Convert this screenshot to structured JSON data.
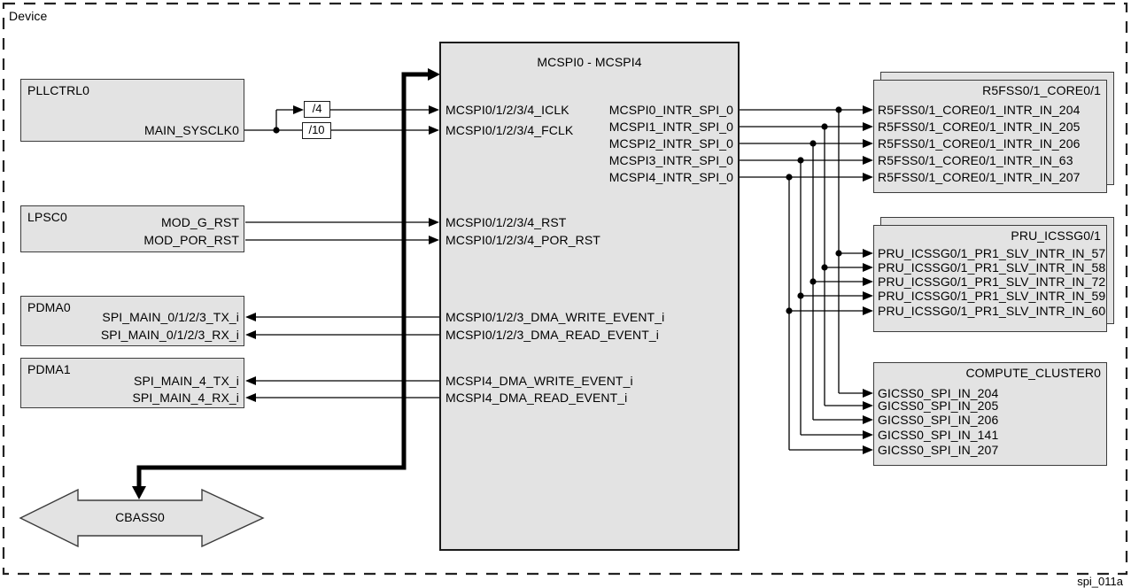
{
  "diagram": {
    "device_label": "Device",
    "figure_id": "spi_011a",
    "colors": {
      "box_fill": "#e3e3e3",
      "box_border": "#3c3c3c",
      "line": "#000000",
      "background": "#ffffff"
    }
  },
  "blocks": {
    "pllctrl0": {
      "title": "PLLCTRL0",
      "pins": [
        "MAIN_SYSCLK0"
      ]
    },
    "lpsc0": {
      "title": "LPSC0",
      "pins": [
        "MOD_G_RST",
        "MOD_POR_RST"
      ]
    },
    "pdma0": {
      "title": "PDMA0",
      "pins": [
        "SPI_MAIN_0/1/2/3_TX_i",
        "SPI_MAIN_0/1/2/3_RX_i"
      ]
    },
    "pdma1": {
      "title": "PDMA1",
      "pins": [
        "SPI_MAIN_4_TX_i",
        "SPI_MAIN_4_RX_i"
      ]
    },
    "dividers": [
      "/4",
      "/10"
    ],
    "mcspi": {
      "title": "MCSPI0 - MCSPI4",
      "left_pins": [
        "MCSPI0/1/2/3/4_ICLK",
        "MCSPI0/1/2/3/4_FCLK",
        "MCSPI0/1/2/3/4_RST",
        "MCSPI0/1/2/3/4_POR_RST",
        "MCSPI0/1/2/3_DMA_WRITE_EVENT_i",
        "MCSPI0/1/2/3_DMA_READ_EVENT_i",
        "MCSPI4_DMA_WRITE_EVENT_i",
        "MCSPI4_DMA_READ_EVENT_i"
      ],
      "right_pins": [
        "MCSPI0_INTR_SPI_0",
        "MCSPI1_INTR_SPI_0",
        "MCSPI2_INTR_SPI_0",
        "MCSPI3_INTR_SPI_0",
        "MCSPI4_INTR_SPI_0"
      ]
    },
    "r5fss": {
      "title": "R5FSS0/1_CORE0/1",
      "stacked": true,
      "pins": [
        "R5FSS0/1_CORE0/1_INTR_IN_204",
        "R5FSS0/1_CORE0/1_INTR_IN_205",
        "R5FSS0/1_CORE0/1_INTR_IN_206",
        "R5FSS0/1_CORE0/1_INTR_IN_63",
        "R5FSS0/1_CORE0/1_INTR_IN_207"
      ]
    },
    "pru": {
      "title": "PRU_ICSSG0/1",
      "stacked": true,
      "pins": [
        "PRU_ICSSG0/1_PR1_SLV_INTR_IN_57",
        "PRU_ICSSG0/1_PR1_SLV_INTR_IN_58",
        "PRU_ICSSG0/1_PR1_SLV_INTR_IN_72",
        "PRU_ICSSG0/1_PR1_SLV_INTR_IN_59",
        "PRU_ICSSG0/1_PR1_SLV_INTR_IN_60"
      ]
    },
    "compute": {
      "title": "COMPUTE_CLUSTER0",
      "stacked": false,
      "pins": [
        "GICSS0_SPI_IN_204",
        "GICSS0_SPI_IN_205",
        "GICSS0_SPI_IN_206",
        "GICSS0_SPI_IN_141",
        "GICSS0_SPI_IN_207"
      ]
    },
    "cbass0": {
      "title": "CBASS0"
    }
  },
  "nets": {
    "clock": [
      {
        "source": "MAIN_SYSCLK0",
        "via": "/4",
        "destination": "MCSPI0/1/2/3/4_ICLK"
      },
      {
        "source": "MAIN_SYSCLK0",
        "via": "/10",
        "destination": "MCSPI0/1/2/3/4_FCLK"
      }
    ],
    "reset": [
      {
        "source": "MOD_G_RST",
        "destination": "MCSPI0/1/2/3/4_RST"
      },
      {
        "source": "MOD_POR_RST",
        "destination": "MCSPI0/1/2/3/4_POR_RST"
      }
    ],
    "dma": [
      {
        "source": "MCSPI0/1/2/3_DMA_WRITE_EVENT_i",
        "destination": "SPI_MAIN_0/1/2/3_TX_i"
      },
      {
        "source": "MCSPI0/1/2/3_DMA_READ_EVENT_i",
        "destination": "SPI_MAIN_0/1/2/3_RX_i"
      },
      {
        "source": "MCSPI4_DMA_WRITE_EVENT_i",
        "destination": "SPI_MAIN_4_TX_i"
      },
      {
        "source": "MCSPI4_DMA_READ_EVENT_i",
        "destination": "SPI_MAIN_4_RX_i"
      }
    ],
    "interrupts": [
      {
        "source": "MCSPI0_INTR_SPI_0",
        "destinations": [
          "R5FSS0/1_CORE0/1_INTR_IN_204",
          "PRU_ICSSG0/1_PR1_SLV_INTR_IN_57",
          "GICSS0_SPI_IN_204"
        ]
      },
      {
        "source": "MCSPI1_INTR_SPI_0",
        "destinations": [
          "R5FSS0/1_CORE0/1_INTR_IN_205",
          "PRU_ICSSG0/1_PR1_SLV_INTR_IN_58",
          "GICSS0_SPI_IN_205"
        ]
      },
      {
        "source": "MCSPI2_INTR_SPI_0",
        "destinations": [
          "R5FSS0/1_CORE0/1_INTR_IN_206",
          "PRU_ICSSG0/1_PR1_SLV_INTR_IN_72",
          "GICSS0_SPI_IN_206"
        ]
      },
      {
        "source": "MCSPI3_INTR_SPI_0",
        "destinations": [
          "R5FSS0/1_CORE0/1_INTR_IN_63",
          "PRU_ICSSG0/1_PR1_SLV_INTR_IN_59",
          "GICSS0_SPI_IN_141"
        ]
      },
      {
        "source": "MCSPI4_INTR_SPI_0",
        "destinations": [
          "R5FSS0/1_CORE0/1_INTR_IN_207",
          "PRU_ICSSG0/1_PR1_SLV_INTR_IN_60",
          "GICSS0_SPI_IN_207"
        ]
      }
    ],
    "bus": [
      {
        "source": "CBASS0",
        "destination": "MCSPI0 - MCSPI4"
      }
    ]
  }
}
